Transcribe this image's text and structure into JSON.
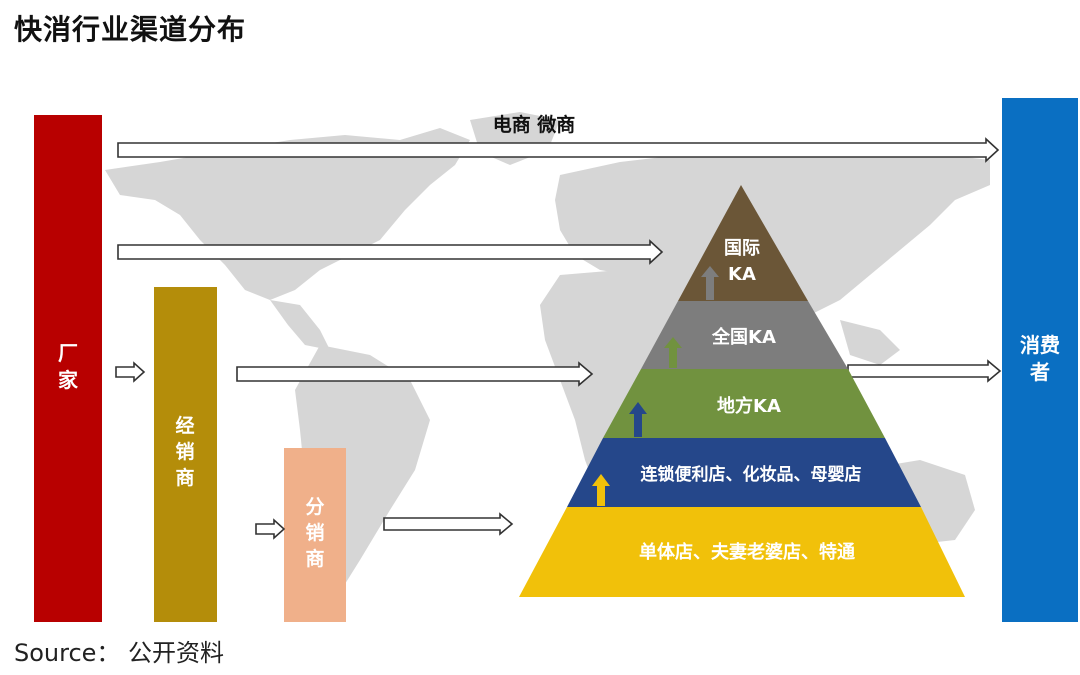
{
  "title": "快消行业渠道分布",
  "source": "Source： 公开资料",
  "colors": {
    "manufacturer": "#b80000",
    "distributor": "#b48d0a",
    "subdistributor": "#f0b08a",
    "consumer": "#0a6fc2",
    "map": "#d6d6d6",
    "tier_international": "#6b5637",
    "tier_national": "#7d7d7d",
    "tier_local": "#71923f",
    "tier_chain": "#25478a",
    "tier_single": "#f1c10a"
  },
  "nodes": {
    "manufacturer": [
      "厂",
      "家"
    ],
    "distributor": [
      "经",
      "销",
      "商"
    ],
    "subdistributor": [
      "分",
      "销",
      "商"
    ],
    "consumer": [
      "消费",
      "者"
    ]
  },
  "arrows": {
    "ecommerce_label": "电商  微商"
  },
  "pyramid": {
    "international": [
      "国际",
      "KA"
    ],
    "national": "全国KA",
    "local": "地方KA",
    "chain": "连锁便利店、化妆品、母婴店",
    "single": "单体店、夫妻老婆店、特通"
  }
}
